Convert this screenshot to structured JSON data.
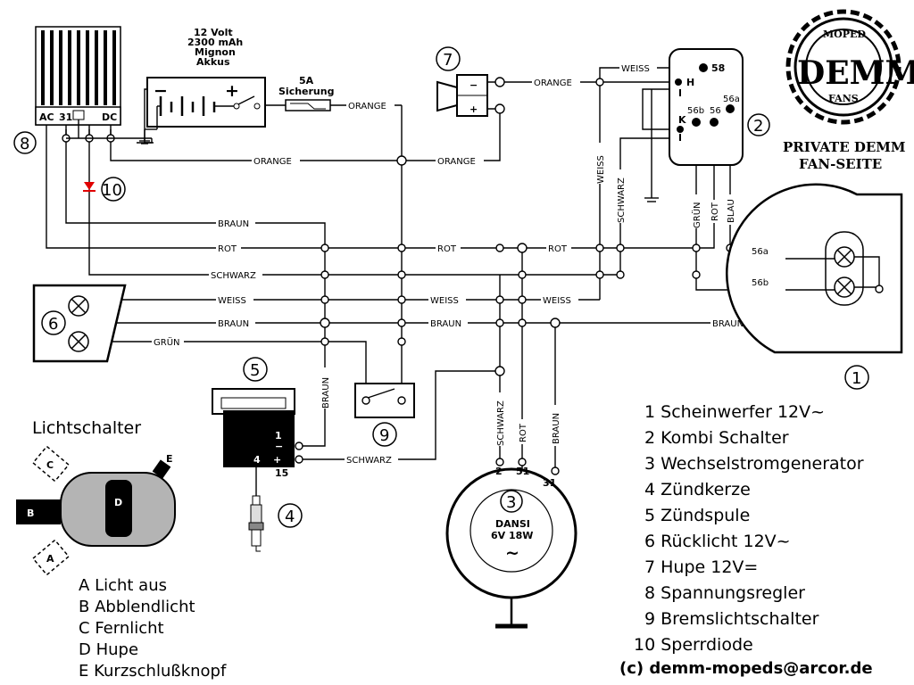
{
  "battery": {
    "line1": "12 Volt",
    "line2": "2300 mAh",
    "line3": "Mignon",
    "line4": "Akkus",
    "minus": "−",
    "plus": "+"
  },
  "fuse": {
    "line1": "5A",
    "line2": "Sicherung"
  },
  "regulator": {
    "ac": "AC",
    "t31": "31",
    "dc": "DC",
    "num": "8"
  },
  "wires": {
    "orange": "ORANGE",
    "braun": "BRAUN",
    "rot": "ROT",
    "schwarz": "SCHWARZ",
    "weiss": "WEISS",
    "gruen": "GRÜN",
    "blau": "BLAU"
  },
  "horn": {
    "num": "7",
    "minus": "−",
    "plus": "+"
  },
  "kombi": {
    "t58": "58",
    "tH": "H",
    "tK": "K",
    "t56a": "56a",
    "t56b": "56b",
    "t56": "56",
    "num": "2"
  },
  "headlight": {
    "t56a": "56a",
    "t56b": "56b",
    "num": "1"
  },
  "taillight": {
    "num": "6"
  },
  "coil": {
    "num": "5",
    "t1": "1",
    "t4": "4",
    "t15": "15",
    "minus": "−",
    "plus": "+"
  },
  "plug": {
    "num": "4"
  },
  "brake": {
    "num": "9"
  },
  "diode": {
    "num": "10"
  },
  "generator": {
    "num": "3",
    "name": "DANSI",
    "spec": "6V 18W",
    "wave": "~",
    "t2": "2",
    "t51": "51",
    "t31": "31"
  },
  "logo": {
    "top": "MOPED",
    "main": "DEMM",
    "bottom": "FANS",
    "site1": "PRIVATE DEMM",
    "site2": "FAN-SEITE"
  },
  "switch": {
    "title": "Lichtschalter",
    "a": "A",
    "b": "B",
    "c": "C",
    "d": "D",
    "e": "E"
  },
  "switch_legend": [
    {
      "key": "A",
      "text": "Licht aus"
    },
    {
      "key": "B",
      "text": "Abblendlicht"
    },
    {
      "key": "C",
      "text": "Fernlicht"
    },
    {
      "key": "D",
      "text": "Hupe"
    },
    {
      "key": "E",
      "text": "Kurzschlußknopf"
    }
  ],
  "legend": [
    "1 Scheinwerfer 12V~",
    "2 Kombi Schalter",
    "3 Wechselstromgenerator",
    "4 Zündkerze",
    "5 Zündspule",
    "6 Rücklicht  12V~",
    "7 Hupe  12V=",
    "8 Spannungsregler",
    "9 Bremslichtschalter",
    "10 Sperrdiode"
  ],
  "copyright": "(c) demm-mopeds@arcor.de"
}
